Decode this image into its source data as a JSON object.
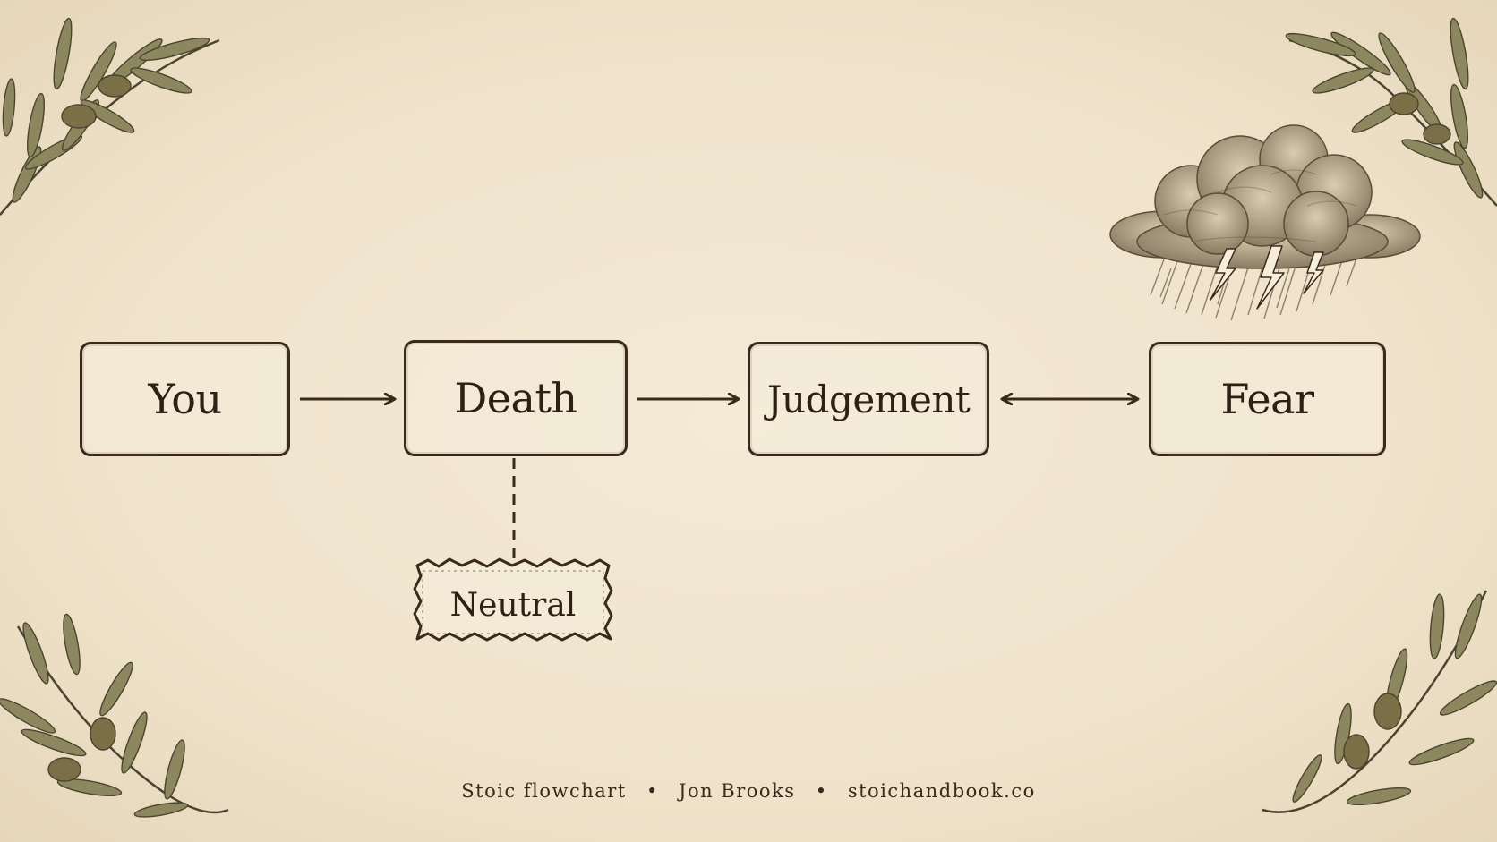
{
  "diagram": {
    "nodes": {
      "you": "You",
      "death": "Death",
      "judgement": "Judgement",
      "fear": "Fear",
      "neutral": "Neutral"
    }
  },
  "footer": {
    "part1": "Stoic flowchart",
    "separator": "•",
    "part2": "Jon Brooks",
    "part3": "stoichandbook.co"
  },
  "decorations": {
    "corner_icon": "olive-branch-icon",
    "cloud_icon": "storm-cloud-icon"
  },
  "colors": {
    "ink": "#3b2a1c",
    "paper": "#f1e6cf",
    "leaf": "#6b6546"
  }
}
